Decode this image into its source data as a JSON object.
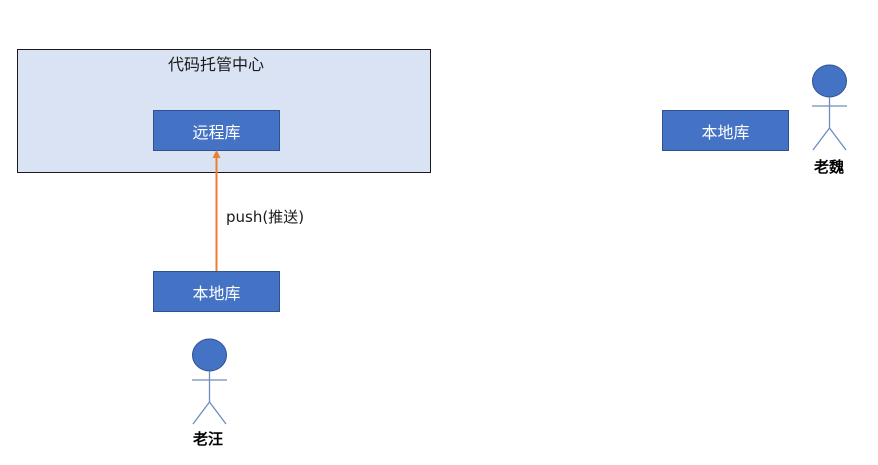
{
  "hub": {
    "title": "代码托管中心"
  },
  "repos": {
    "remote": "远程库",
    "local_wang": "本地库",
    "local_wei": "本地库"
  },
  "edges": {
    "push_label": "push(推送)"
  },
  "people": {
    "wang": "老汪",
    "wei": "老魏"
  },
  "colors": {
    "hub_fill": "#dae3f3",
    "repo_fill": "#4472c4",
    "repo_border": "#2f528f",
    "arrow": "#ed7d31",
    "person_fill": "#4472c4"
  }
}
